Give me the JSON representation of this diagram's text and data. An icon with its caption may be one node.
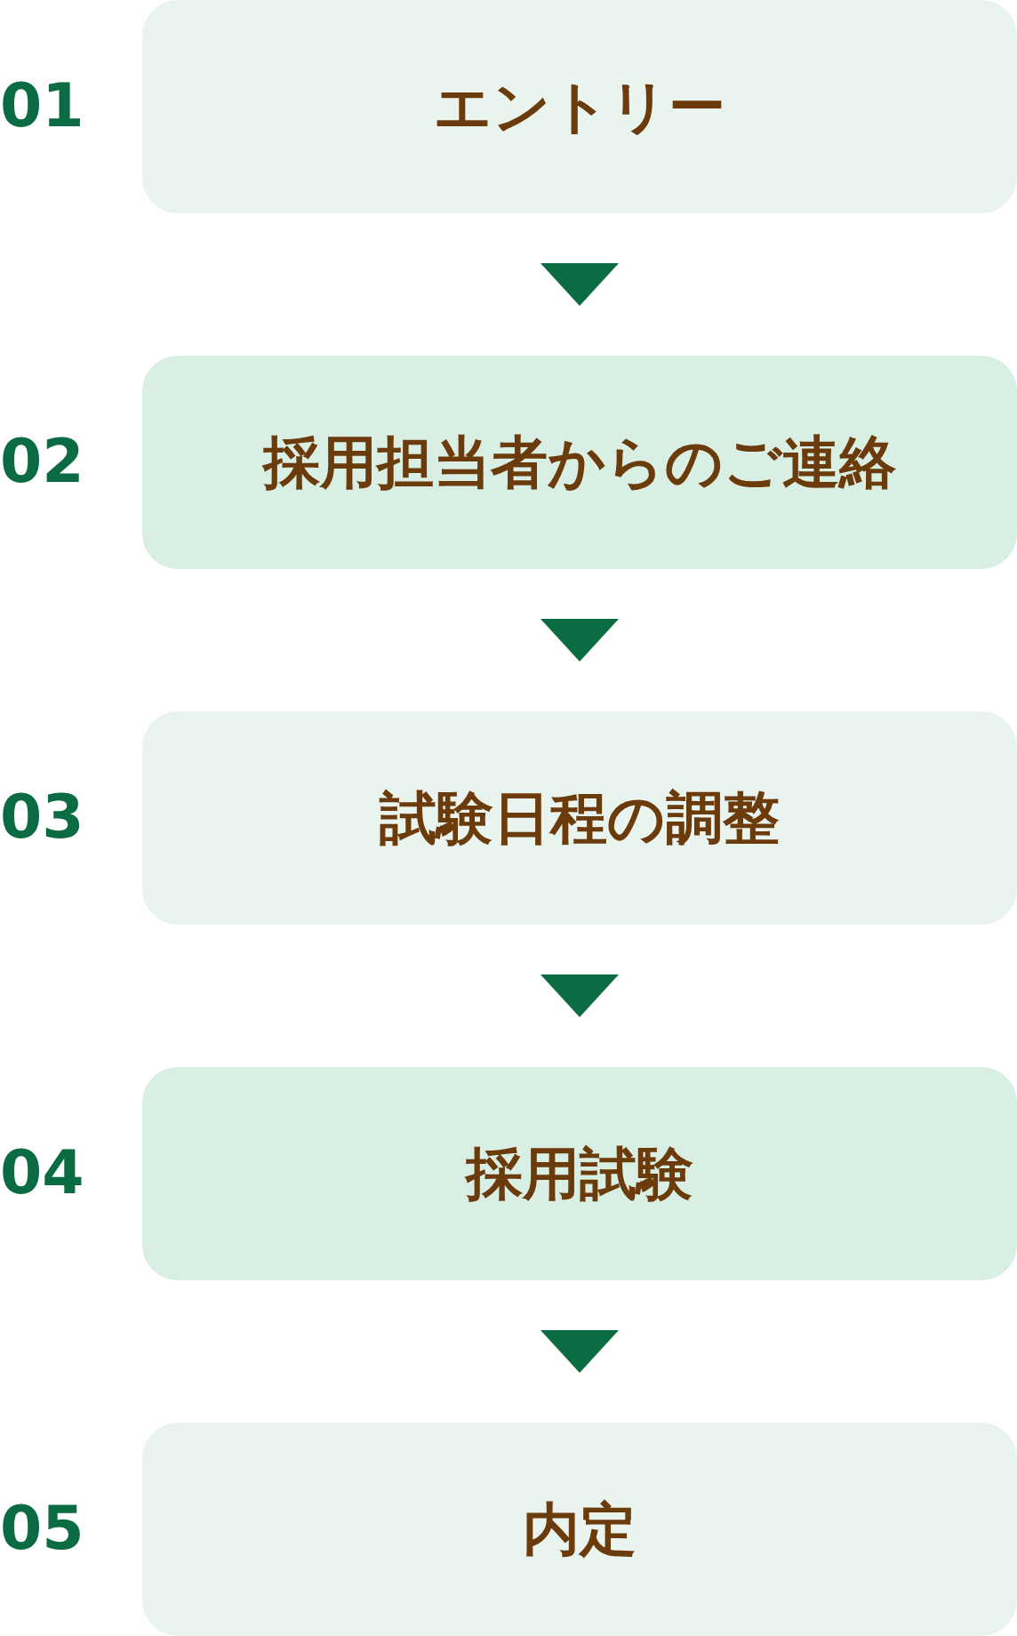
{
  "diagram": {
    "nodes": [
      {
        "text": [
          "エントリー"
        ],
        "beside": [
          "01"
        ]
      },
      {
        "text": [
          "採用担当者からのご連絡"
        ],
        "beside": [
          "02"
        ]
      },
      {
        "text": [
          "試験日程の調整"
        ],
        "beside": [
          "03"
        ]
      },
      {
        "text": [
          "採用試験"
        ],
        "beside": [
          "04"
        ]
      },
      {
        "text": [
          "内定"
        ],
        "beside": [
          "05"
        ]
      }
    ],
    "edges": [
      {
        "from": 0,
        "to": 1,
        "arrow": "to"
      },
      {
        "from": 1,
        "to": 2,
        "arrow": "to"
      },
      {
        "from": 2,
        "to": 3,
        "arrow": "to"
      },
      {
        "from": 3,
        "to": 4,
        "arrow": "to"
      }
    ]
  }
}
